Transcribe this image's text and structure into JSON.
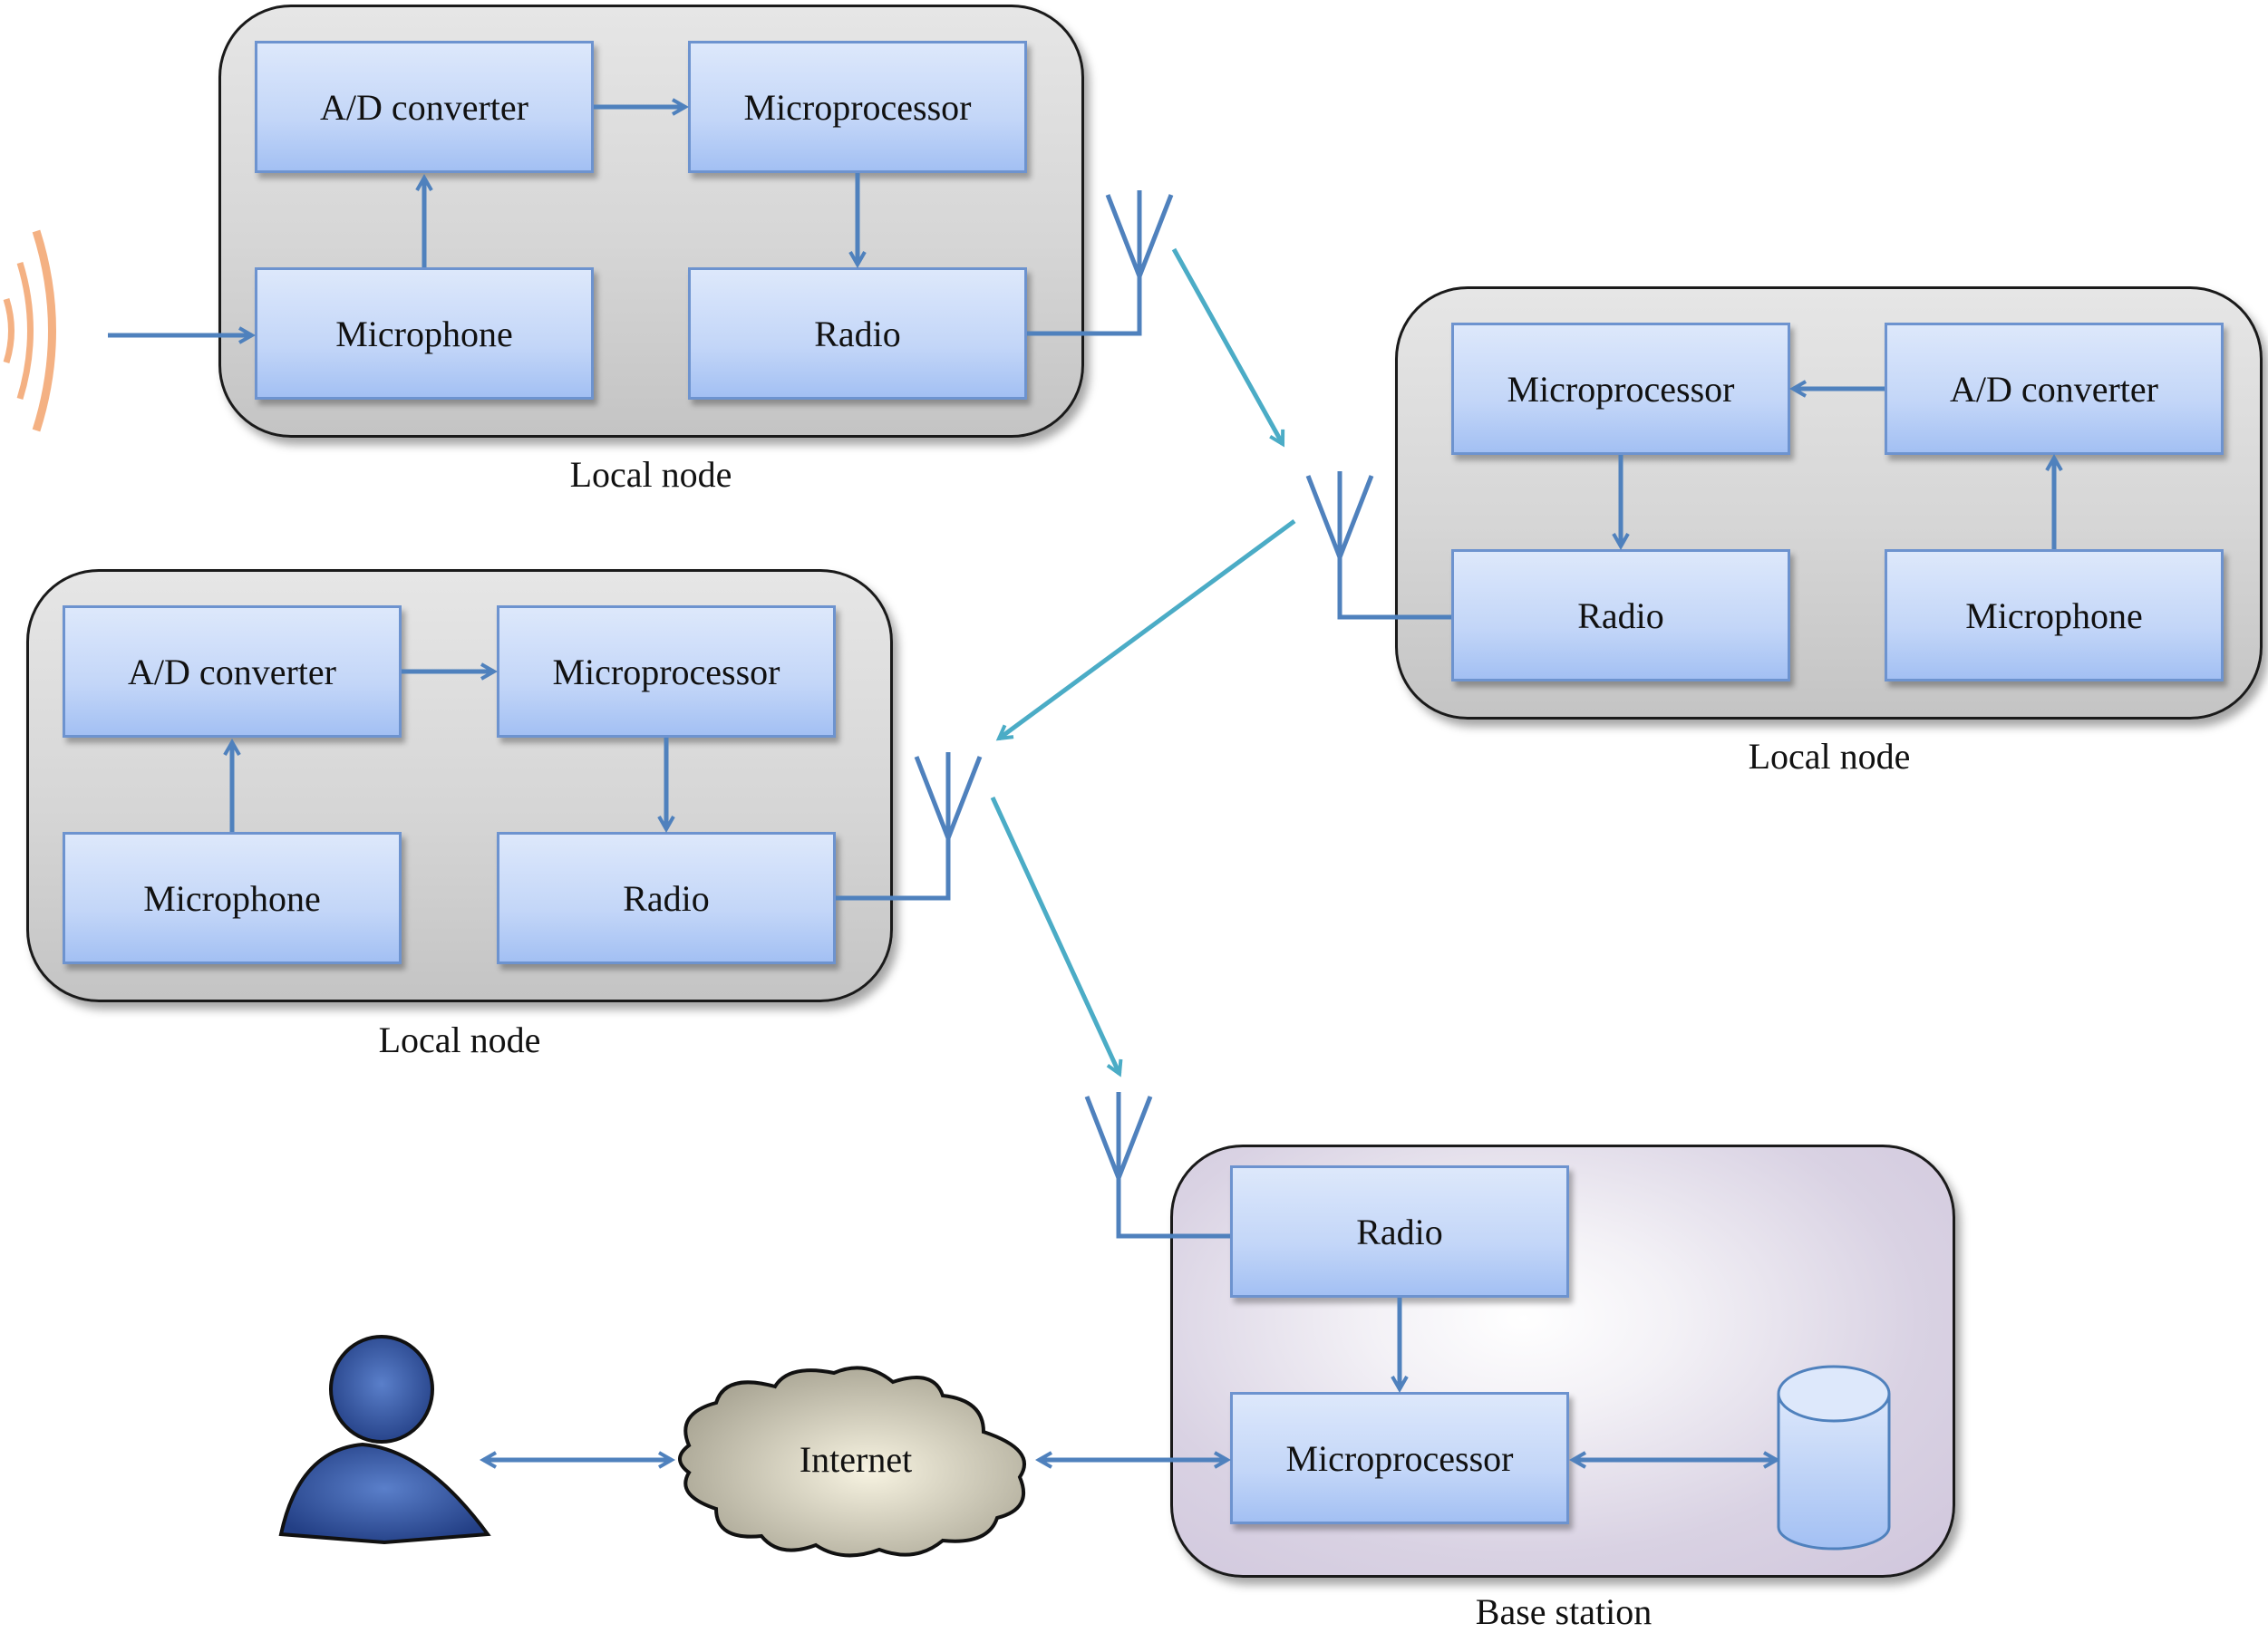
{
  "nodes": [
    {
      "id": "local-node-1",
      "caption": "Local node",
      "blocks": {
        "adc": "A/D converter",
        "mcu": "Microprocessor",
        "mic": "Microphone",
        "radio": "Radio"
      }
    },
    {
      "id": "local-node-2",
      "caption": "Local node",
      "blocks": {
        "adc": "A/D converter",
        "mcu": "Microprocessor",
        "mic": "Microphone",
        "radio": "Radio"
      }
    },
    {
      "id": "local-node-3",
      "caption": "Local node",
      "blocks": {
        "adc": "A/D converter",
        "mcu": "Microprocessor",
        "mic": "Microphone",
        "radio": "Radio"
      }
    }
  ],
  "base_station": {
    "caption": "Base station",
    "blocks": {
      "radio": "Radio",
      "mcu": "Microprocessor"
    },
    "storage_icon": "database-cylinder-icon"
  },
  "internet": {
    "label": "Internet"
  },
  "user": {
    "icon": "user-icon"
  },
  "sound": {
    "icon": "sound-wave-icon"
  },
  "colors": {
    "connector": "#4f81bd",
    "wireless": "#4bacc6",
    "block_border": "#6d93cf",
    "sound_wave": "#f4b183",
    "user_fill": "#4a6fb5"
  }
}
